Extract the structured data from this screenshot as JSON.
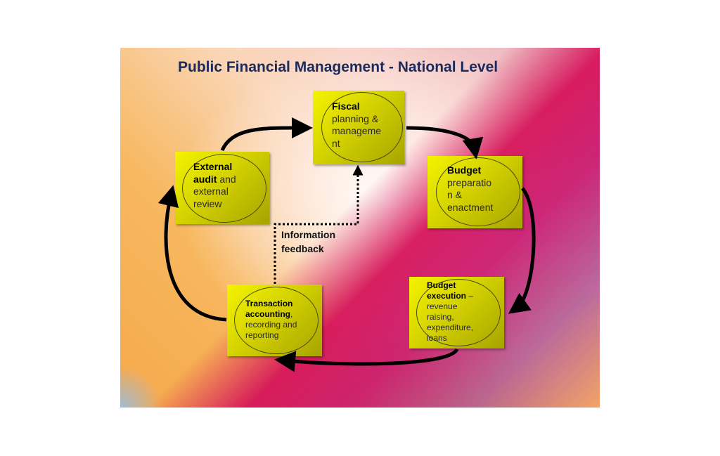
{
  "title": "Public Financial Management - National Level",
  "nodes": {
    "fiscal": {
      "bold": "Fiscal",
      "rest": "planning & manageme nt",
      "lines": [
        "planning &",
        "manageme",
        "nt"
      ]
    },
    "budget_prep": {
      "bold": "Budget",
      "lines": [
        "preparatio",
        "n &",
        "enactment"
      ]
    },
    "budget_exec": {
      "bold1": "Budget",
      "bold2": "execution",
      "dash": " –",
      "lines": [
        "revenue",
        "raising,",
        "expenditure,",
        "loans"
      ]
    },
    "transaction": {
      "bold1": "Transaction",
      "bold2": "accounting",
      "comma": ",",
      "lines": [
        "recording and",
        "reporting"
      ]
    },
    "external": {
      "bold1": "External",
      "bold2": "audit",
      "after": " and",
      "lines": [
        "external",
        "review"
      ]
    }
  },
  "feedback": {
    "line1": "Information",
    "line2": "feedback"
  }
}
